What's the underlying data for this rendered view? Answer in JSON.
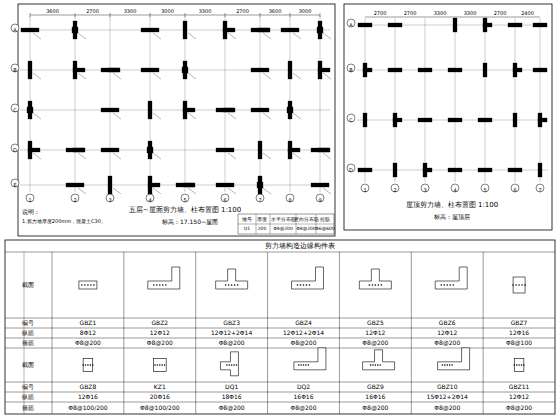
{
  "diagram": {
    "labels": [
      "五层~屋面剪力墙、柱布置图 1:100",
      "标高：17.150~屋面",
      "说明：",
      "1.剪力墙厚度200mm，混凝土C30。",
      "屋顶剪力墙、柱布置图 1:100",
      "标高：屋顶层",
      "剪力墙构造边缘构件表",
      "截面",
      "编号",
      "纵筋",
      "箍筋",
      "截面",
      "编号",
      "纵筋",
      "箍筋",
      "GBZ1",
      "GBZ2",
      "GBZ3",
      "GBZ4",
      "GBZ5",
      "GBZ6",
      "GBZ7",
      "8Φ12",
      "12Φ12",
      "12Φ12+2Φ14",
      "12Φ12+2Φ14",
      "12Φ12",
      "12Φ12",
      "12Φ16",
      "Φ8@200",
      "Φ8@200",
      "Φ8@200",
      "Φ8@200",
      "Φ8@200",
      "Φ8@200",
      "Φ8@100",
      "GBZ8",
      "KZ1",
      "DQ1",
      "DQ2",
      "GBZ9",
      "GBZ10",
      "GBZ11",
      "12Φ16",
      "20Φ16",
      "18Φ16",
      "16Φ16",
      "16Φ16",
      "15Φ12+2Φ14",
      "12Φ12",
      "Φ8@100/200",
      "Φ8@100/200",
      "Φ8@200",
      "Φ8@200",
      "Φ8@200",
      "Φ8@200",
      "Φ8@200",
      "1",
      "2",
      "3",
      "4",
      "5",
      "6",
      "7",
      "8",
      "9",
      "A",
      "B",
      "C",
      "D",
      "E",
      "3600",
      "2700",
      "3300",
      "3000",
      "3300",
      "2700",
      "3600",
      "3000",
      "1",
      "2",
      "3",
      "4",
      "5",
      "6",
      "7",
      "A",
      "B",
      "C",
      "D",
      "2700",
      "2700",
      "3300",
      "3300",
      "2700",
      "2400",
      "墙号",
      "厚度",
      "水平分布筋",
      "竖向分布筋",
      "拉筋",
      "Q1",
      "200",
      "Φ8@200",
      "Φ8@200",
      "Φ6@600"
    ]
  }
}
